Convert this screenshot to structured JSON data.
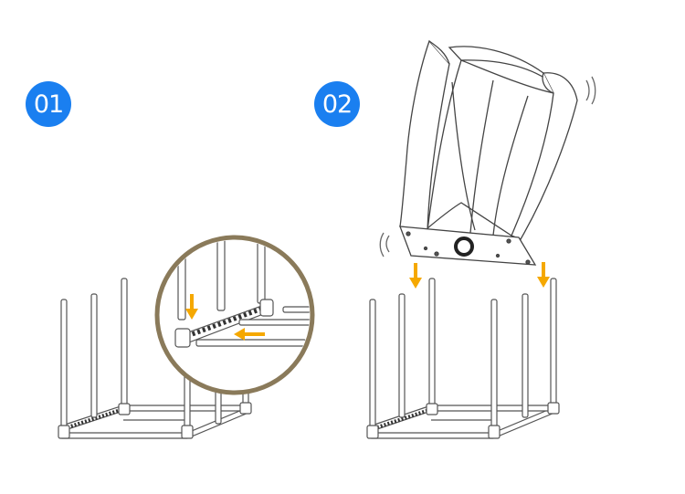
{
  "steps": [
    {
      "label": "01"
    },
    {
      "label": "02"
    }
  ],
  "icons": {
    "arrow": "down-arrow-icon",
    "side_arrow": "left-arrow-icon",
    "magnifier": "zoom-circle"
  },
  "colors": {
    "badge": "#1a7ff0",
    "arrow": "#f5a800",
    "line": "#555555",
    "zoom_ring": "#8a7a5a"
  }
}
